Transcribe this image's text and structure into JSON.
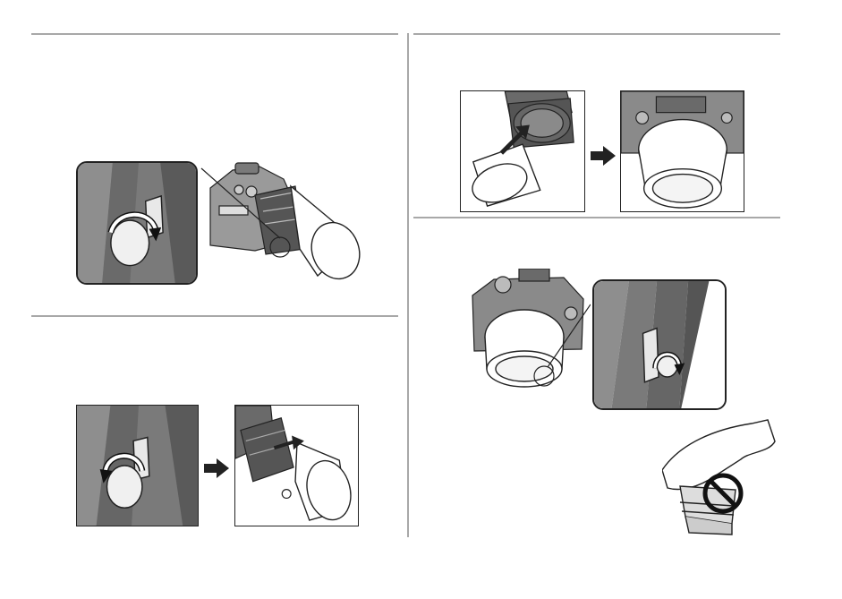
{
  "page": {
    "background": "#ffffff",
    "rule_color": "#a8a8a8",
    "line_color": "#222222"
  },
  "sections": [
    {
      "id": "attach-hood-step",
      "figures": [
        "camera-with-hood-and-knob-callout"
      ]
    },
    {
      "id": "remove-hood-step",
      "figures": [
        "loosen-knob-closeup",
        "hood-removal"
      ]
    },
    {
      "id": "store-hood-step",
      "figures": [
        "hood-reversed-on-lens",
        "hood-stored-on-camera"
      ]
    },
    {
      "id": "tighten-hood-step",
      "figures": [
        "camera-front-with-knob-callout",
        "hand-holding-hood-prohibited"
      ]
    }
  ],
  "icons": [
    "arrow-right-icon",
    "prohibited-icon",
    "rotate-arrow-icon"
  ]
}
